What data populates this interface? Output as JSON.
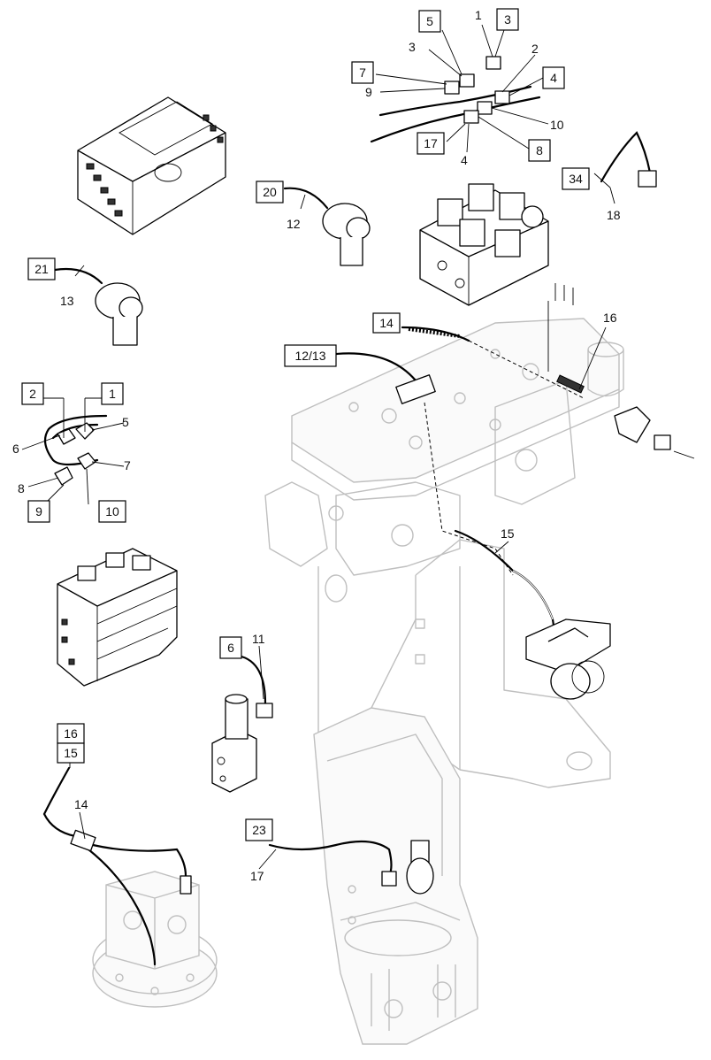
{
  "boxed_labels": {
    "b5": "5",
    "b3": "3",
    "b7": "7",
    "b4": "4",
    "b17": "17",
    "b8": "8",
    "b34": "34",
    "b20": "20",
    "b21": "21",
    "b14": "14",
    "b1213": "12/13",
    "b2": "2",
    "b1": "1",
    "b9": "9",
    "b10": "10",
    "b6": "6",
    "b16": "16",
    "b15": "15",
    "b23": "23"
  },
  "plain_labels": {
    "p1": "1",
    "p3": "3",
    "p2": "2",
    "p9": "9",
    "p10": "10",
    "p4": "4",
    "p18": "18",
    "p12": "12",
    "p13": "13",
    "p16": "16",
    "p5": "5",
    "p6": "6",
    "p7": "7",
    "p8": "8",
    "p15": "15",
    "p11": "11",
    "p14": "14",
    "p17": "17"
  }
}
